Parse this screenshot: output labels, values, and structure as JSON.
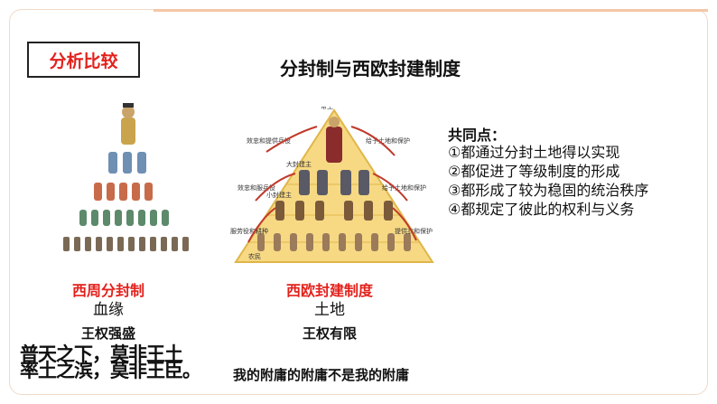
{
  "tag_label": "分析比较",
  "title": "分封制与西欧封建制度",
  "common_points": {
    "heading": "共同点：",
    "items": [
      "①都通过分封土地得以实现",
      "②都促进了等级制度的形成",
      "③都形成了较为稳固的统治秩序",
      "④都规定了彼此的权利与义务"
    ]
  },
  "zhou": {
    "name": "西周分封制",
    "basis": "血缘",
    "power": "王权强盛",
    "quote_line1": "普天之下，莫非王土",
    "quote_line2": "率土之滨，莫非王臣。"
  },
  "europe": {
    "name": "西欧封建制度",
    "basis": "土地",
    "power": "王权有限",
    "saying": "我的附庸的附庸不是我的附庸",
    "pyramid": {
      "left_labels": [
        "效忠和提供兵役",
        "效忠和服兵役",
        "服劳役和耕种"
      ],
      "right_labels": [
        "给予土地和保护",
        "给予土地和保护",
        "提供衣和保护"
      ],
      "tier_labels": [
        "帝王",
        "大封建主",
        "小封建主",
        "农民"
      ]
    }
  },
  "colors": {
    "accent": "#e3211c",
    "pyramid_fill": "#f7d984",
    "arrow": "#c0392b"
  }
}
